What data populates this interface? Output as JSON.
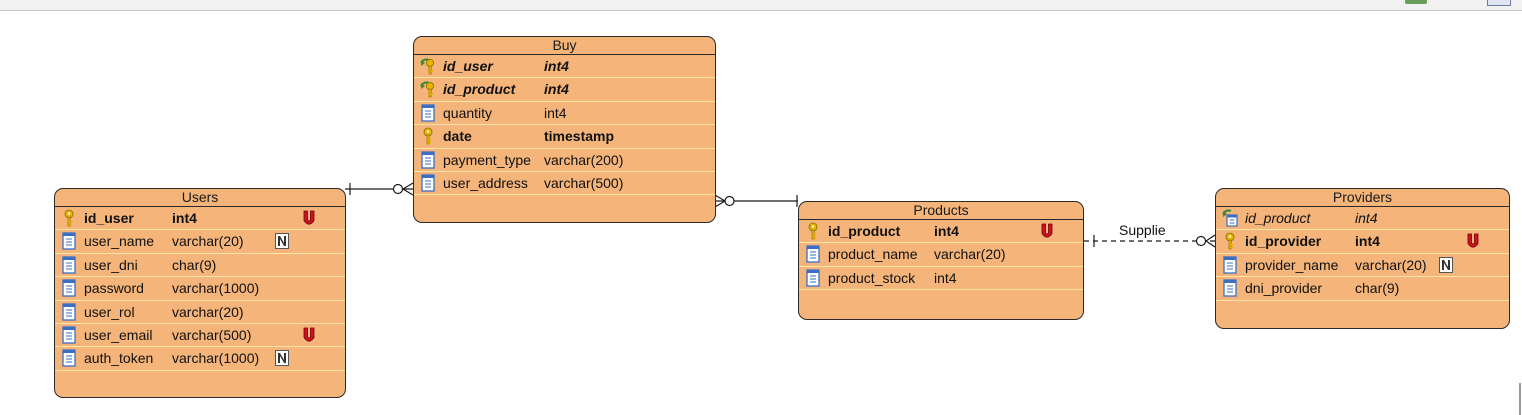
{
  "links": [
    {
      "name": "users-buy-link"
    },
    {
      "name": "buy-products-link"
    },
    {
      "name": "products-providers-link",
      "label": "Supplie"
    }
  ],
  "entities": [
    {
      "name": "Buy",
      "columns": [
        {
          "name": "id_user",
          "type": "int4",
          "icon": "foreign-primary-key-icon",
          "bold": true,
          "italic": true,
          "badge": ""
        },
        {
          "name": "id_product",
          "type": "int4",
          "icon": "foreign-primary-key-icon",
          "bold": true,
          "italic": true,
          "badge": ""
        },
        {
          "name": "quantity",
          "type": "int4",
          "icon": "column-icon",
          "bold": false,
          "italic": false,
          "badge": ""
        },
        {
          "name": "date",
          "type": "timestamp",
          "icon": "primary-key-icon",
          "bold": true,
          "italic": false,
          "badge": ""
        },
        {
          "name": "payment_type",
          "type": "varchar(200)",
          "icon": "column-icon",
          "bold": false,
          "italic": false,
          "badge": ""
        },
        {
          "name": "user_address",
          "type": "varchar(500)",
          "icon": "column-icon",
          "bold": false,
          "italic": false,
          "badge": ""
        }
      ]
    },
    {
      "name": "Users",
      "columns": [
        {
          "name": "id_user",
          "type": "int4",
          "icon": "primary-key-icon",
          "bold": true,
          "italic": false,
          "badge": "U"
        },
        {
          "name": "user_name",
          "type": "varchar(20)",
          "icon": "column-icon",
          "bold": false,
          "italic": false,
          "badge": "N"
        },
        {
          "name": "user_dni",
          "type": "char(9)",
          "icon": "column-icon",
          "bold": false,
          "italic": false,
          "badge": ""
        },
        {
          "name": "password",
          "type": "varchar(1000)",
          "icon": "column-icon",
          "bold": false,
          "italic": false,
          "badge": ""
        },
        {
          "name": "user_rol",
          "type": "varchar(20)",
          "icon": "column-icon",
          "bold": false,
          "italic": false,
          "badge": ""
        },
        {
          "name": "user_email",
          "type": "varchar(500)",
          "icon": "column-icon",
          "bold": false,
          "italic": false,
          "badge": "U"
        },
        {
          "name": "auth_token",
          "type": "varchar(1000)",
          "icon": "column-icon",
          "bold": false,
          "italic": false,
          "badge": "N"
        }
      ]
    },
    {
      "name": "Products",
      "columns": [
        {
          "name": "id_product",
          "type": "int4",
          "icon": "primary-key-icon",
          "bold": true,
          "italic": false,
          "badge": "U"
        },
        {
          "name": "product_name",
          "type": "varchar(20)",
          "icon": "column-icon",
          "bold": false,
          "italic": false,
          "badge": ""
        },
        {
          "name": "product_stock",
          "type": "int4",
          "icon": "column-icon",
          "bold": false,
          "italic": false,
          "badge": ""
        }
      ]
    },
    {
      "name": "Providers",
      "columns": [
        {
          "name": "id_product",
          "type": "int4",
          "icon": "foreign-key-icon",
          "bold": false,
          "italic": true,
          "badge": ""
        },
        {
          "name": "id_provider",
          "type": "int4",
          "icon": "primary-key-icon",
          "bold": true,
          "italic": false,
          "badge": "U"
        },
        {
          "name": "provider_name",
          "type": "varchar(20)",
          "icon": "column-icon",
          "bold": false,
          "italic": false,
          "badge": "N"
        },
        {
          "name": "dni_provider",
          "type": "char(9)",
          "icon": "column-icon",
          "bold": false,
          "italic": false,
          "badge": ""
        }
      ]
    }
  ],
  "colors": {
    "entity_fill": "#f4b47a",
    "entity_border": "#2a2a2a",
    "row_separator": "#fbe6a8",
    "unique_badge": "#c8141e",
    "key_gold": "#e8b400",
    "foreign_key_green": "#3c8a3c",
    "column_icon_blue": "#3a6fc4"
  }
}
